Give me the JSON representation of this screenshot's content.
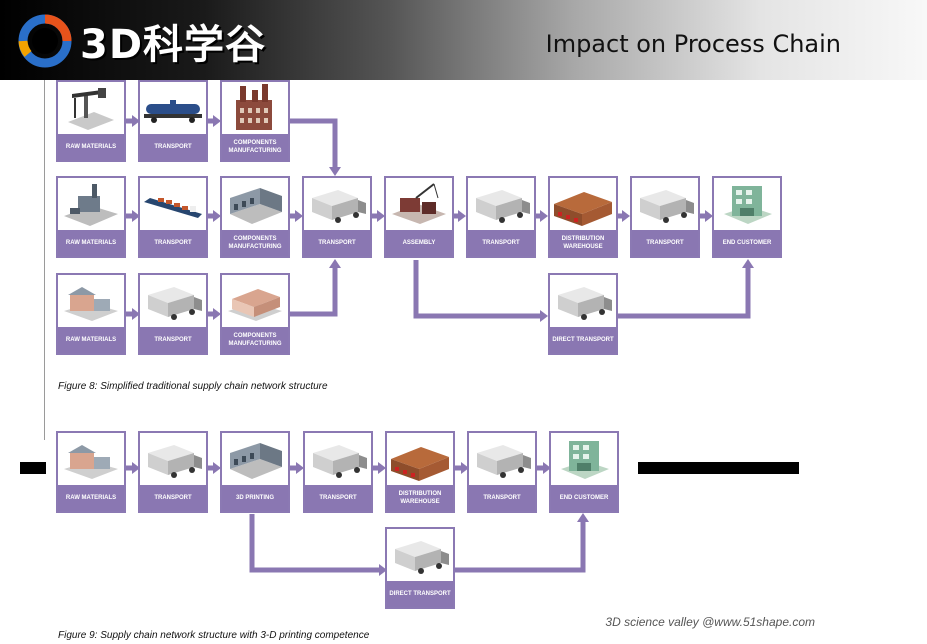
{
  "header": {
    "logo_text": "3D科学谷",
    "title": "Impact on Process Chain"
  },
  "figure8": {
    "caption": "Figure 8: Simplified traditional supply chain network structure",
    "row1": [
      "RAW MATERIALS",
      "TRANSPORT",
      "COMPONENTS MANUFACTURING"
    ],
    "row2": [
      "RAW MATERIALS",
      "TRANSPORT",
      "COMPONENTS MANUFACTURING",
      "TRANSPORT",
      "ASSEMBLY",
      "TRANSPORT",
      "DISTRIBUTION WAREHOUSE",
      "TRANSPORT",
      "END CUSTOMER"
    ],
    "row3": [
      "RAW MATERIALS",
      "TRANSPORT",
      "COMPONENTS MANUFACTURING",
      "DIRECT TRANSPORT"
    ]
  },
  "figure9": {
    "caption": "Figure 9: Supply chain network structure with 3-D printing competence",
    "row1": [
      "RAW MATERIALS",
      "TRANSPORT",
      "3D PRINTING",
      "TRANSPORT",
      "DISTRIBUTION WAREHOUSE",
      "TRANSPORT",
      "END CUSTOMER"
    ],
    "row2": [
      "DIRECT TRANSPORT"
    ]
  },
  "footer": {
    "credit": "3D science valley @www.51shape.com"
  },
  "colors": {
    "accent": "#8a77b2",
    "header_dark": "#000000"
  }
}
